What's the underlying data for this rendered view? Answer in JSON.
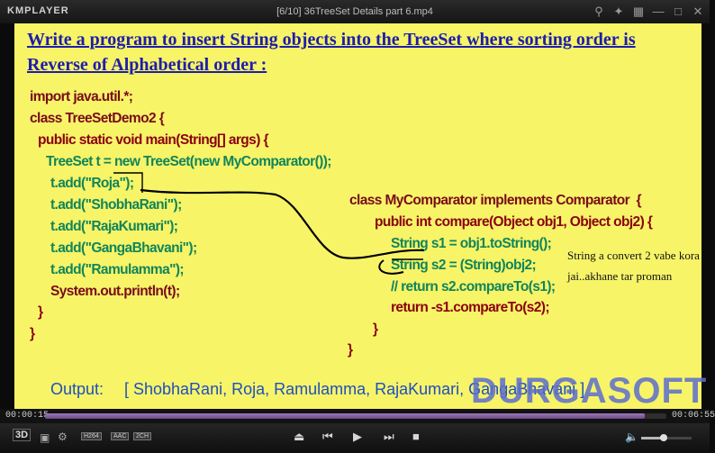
{
  "window": {
    "app_name": "KMPLAYER",
    "title": "[6/10] 36TreeSet Details part 6.mp4"
  },
  "slide": {
    "heading_line1": "Write a program to insert String objects into the TreeSet where sorting order is",
    "heading_line2": "Reverse of Alphabetical order :",
    "code_left": [
      "import java.util.*;",
      "class TreeSetDemo2 {",
      "public static void main(String[] args) {",
      "TreeSet t = new TreeSet(new MyComparator());",
      "t.add(\"Roja\");",
      "t.add(\"ShobhaRani\");",
      "t.add(\"RajaKumari\");",
      "t.add(\"GangaBhavani\");",
      "t.add(\"Ramulamma\");",
      "System.out.println(t);",
      "}",
      "}"
    ],
    "code_right": [
      "class MyComparator implements Comparator  {",
      "public int compare(Object obj1, Object obj2) {",
      "String s1 = obj1.toString();",
      "String s2 = (String)obj2;",
      "// return s2.compareTo(s1);",
      "return -s1.compareTo(s2);",
      "}",
      "}"
    ],
    "output_label": "Output:",
    "output_value": "[ ShobhaRani, Roja, Ramulamma, RajaKumari, GangaBhavani ]",
    "watermark": "DURGASOFT",
    "note": "String a convert 2 vabe kora jai..akhane tar proman"
  },
  "player": {
    "elapsed": "00:00:15",
    "total": "00:06:55",
    "progress": 0.965,
    "volume": 0.45,
    "mode_label": "3D",
    "badges": [
      "H264",
      "AAC",
      "2CH"
    ]
  }
}
